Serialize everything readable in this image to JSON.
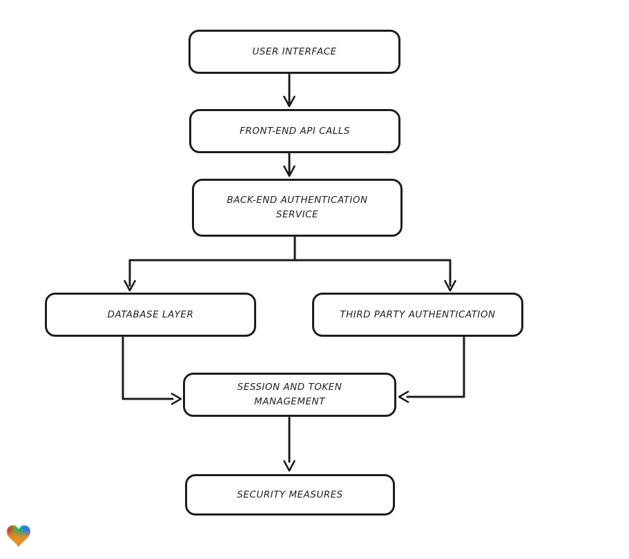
{
  "page": {
    "background_color": "#ffffff",
    "stroke_color": "#1c1c1c",
    "node_fill_color": "#ffffff",
    "text_color": "#1f1f1f"
  },
  "diagram": {
    "type": "flowchart",
    "nodes": [
      {
        "id": "user-interface",
        "lines": [
          "USER INTERFACE"
        ]
      },
      {
        "id": "front-end-api-calls",
        "lines": [
          "FRONT-END API CALLS"
        ]
      },
      {
        "id": "back-end-authentication-service",
        "lines": [
          "BACK-END AUTHENTICATION",
          "SERVICE"
        ]
      },
      {
        "id": "database-layer",
        "lines": [
          "DATABASE LAYER"
        ]
      },
      {
        "id": "third-party-authentication",
        "lines": [
          "THIRD PARTY AUTHENTICATION"
        ]
      },
      {
        "id": "session-and-token-management",
        "lines": [
          "SESSION AND TOKEN",
          "MANAGEMENT"
        ]
      },
      {
        "id": "security-measures",
        "lines": [
          "SECURITY MEASURES"
        ]
      }
    ],
    "edges": [
      {
        "from": "user-interface",
        "to": "front-end-api-calls"
      },
      {
        "from": "front-end-api-calls",
        "to": "back-end-authentication-service"
      },
      {
        "from": "back-end-authentication-service",
        "to": "database-layer"
      },
      {
        "from": "back-end-authentication-service",
        "to": "third-party-authentication"
      },
      {
        "from": "database-layer",
        "to": "session-and-token-management"
      },
      {
        "from": "third-party-authentication",
        "to": "session-and-token-management"
      },
      {
        "from": "session-and-token-management",
        "to": "security-measures"
      }
    ]
  },
  "branding": {
    "logo_icon": "heart-gradient-logo",
    "logo_colors": {
      "red": "#e01f2d",
      "green": "#62a83c",
      "teal": "#11a49c",
      "blue": "#3a6ff0",
      "orange": "#f6921e"
    }
  }
}
